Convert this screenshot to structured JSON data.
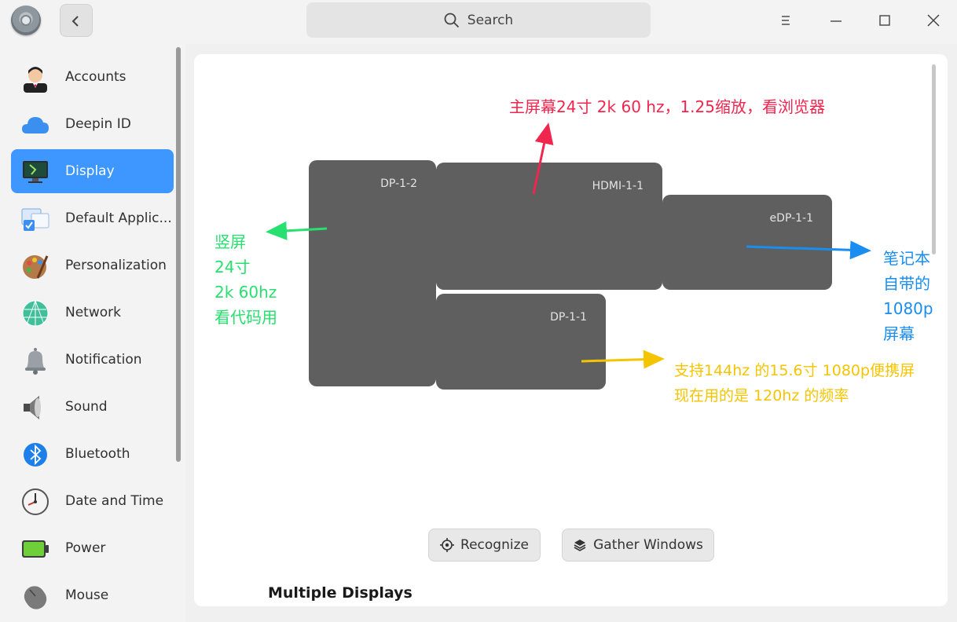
{
  "search": {
    "placeholder": "Search"
  },
  "sidebar": {
    "items": [
      {
        "label": "Accounts"
      },
      {
        "label": "Deepin ID"
      },
      {
        "label": "Display"
      },
      {
        "label": "Default Applic..."
      },
      {
        "label": "Personalization"
      },
      {
        "label": "Network"
      },
      {
        "label": "Notification"
      },
      {
        "label": "Sound"
      },
      {
        "label": "Bluetooth"
      },
      {
        "label": "Date and Time"
      },
      {
        "label": "Power"
      },
      {
        "label": "Mouse"
      }
    ]
  },
  "monitors": [
    {
      "name": "DP-1-2"
    },
    {
      "name": "HDMI-1-1"
    },
    {
      "name": "eDP-1-1"
    },
    {
      "name": "DP-1-1"
    }
  ],
  "annotations": {
    "main_screen": "主屏幕24寸 2k 60 hz，1.25缩放，看浏览器",
    "vertical": [
      "竖屏",
      "24寸",
      "2k 60hz",
      "看代码用"
    ],
    "laptop": [
      "笔记本",
      "自带的",
      "1080p",
      "屏幕"
    ],
    "portable": [
      "支持144hz 的15.6寸 1080p便携屏",
      "现在用的是 120hz 的频率"
    ]
  },
  "buttons": {
    "recognize": "Recognize",
    "gather": "Gather Windows"
  },
  "section": {
    "heading": "Multiple Displays"
  },
  "colors": {
    "accent": "#3e96ff",
    "red": "#f0264f",
    "green": "#27e06f",
    "blue": "#1a8df0",
    "yellow": "#f5c400"
  }
}
